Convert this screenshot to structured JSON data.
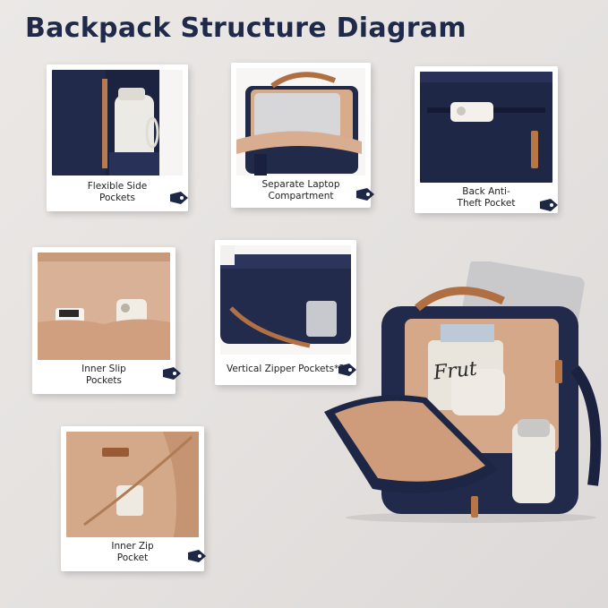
{
  "title": "Backpack Structure Diagram",
  "features": [
    {
      "line1": "Flexible Side",
      "line2": "Pockets"
    },
    {
      "line1": "Separate Laptop",
      "line2": "Compartment"
    },
    {
      "line1": "Back Anti-",
      "line2": "Theft Pocket"
    },
    {
      "line1": "Inner Slip",
      "line2": "Pockets"
    },
    {
      "line1": "Vertical Zipper Pockets*2",
      "line2": ""
    },
    {
      "line1": "Inner Zip",
      "line2": "Pocket"
    }
  ],
  "colors": {
    "navy": "#1f2747",
    "tan": "#c07a4a",
    "lining": "#d9ad8f",
    "bg": "#e8e5e3"
  },
  "main_image": {
    "bottle_text": "Frut"
  }
}
